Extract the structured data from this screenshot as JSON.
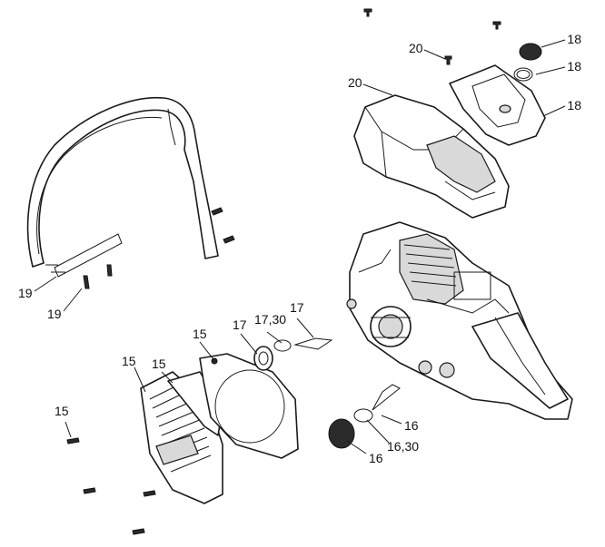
{
  "labels": {
    "l18a": "18",
    "l18b": "18",
    "l18c": "18",
    "l20a": "20",
    "l20b": "20",
    "l19a": "19",
    "l19b": "19",
    "l17a": "17",
    "l17b": "17,30",
    "l17c": "17",
    "l15a": "15",
    "l15b": "15",
    "l15c": "15",
    "l15d": "15",
    "l16a": "16",
    "l16b": "16,30",
    "l16c": "16"
  }
}
